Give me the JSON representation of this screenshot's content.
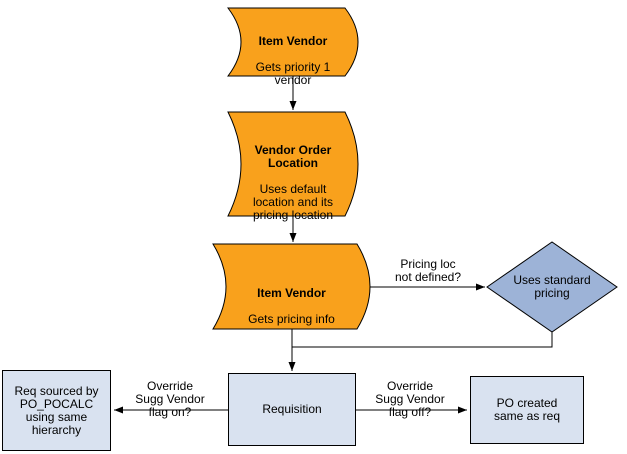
{
  "diagram": {
    "colors": {
      "background": "#FFFFFF",
      "line": "#000000",
      "text": "#000000",
      "shape_fill": "#F9A11C",
      "decision_fill": "#9DB3D7",
      "process_fill": "#D9E2F0"
    },
    "nodes": {
      "item_vendor_priority": {
        "title": "Item Vendor",
        "body": "Gets priority 1\nvendor"
      },
      "vendor_order_location": {
        "title": "Vendor Order\nLocation",
        "body": "Uses default\nlocation and its\npricing location"
      },
      "item_vendor_pricing": {
        "title": "Item Vendor",
        "body": "Gets pricing info"
      },
      "uses_standard_pricing": {
        "label": "Uses standard\npricing"
      },
      "requisition": {
        "label": "Requisition"
      },
      "req_sourced": {
        "label": "Req sourced by\nPO_POCALC\nusing same\nhierarchy"
      },
      "po_created": {
        "label": "PO created\nsame as req"
      }
    },
    "edge_labels": {
      "pricing_loc_not_defined": "Pricing loc\nnot defined?",
      "override_flag_on": "Override\nSugg Vendor\nflag on?",
      "override_flag_off": "Override\nSugg Vendor\nflag off?"
    }
  }
}
